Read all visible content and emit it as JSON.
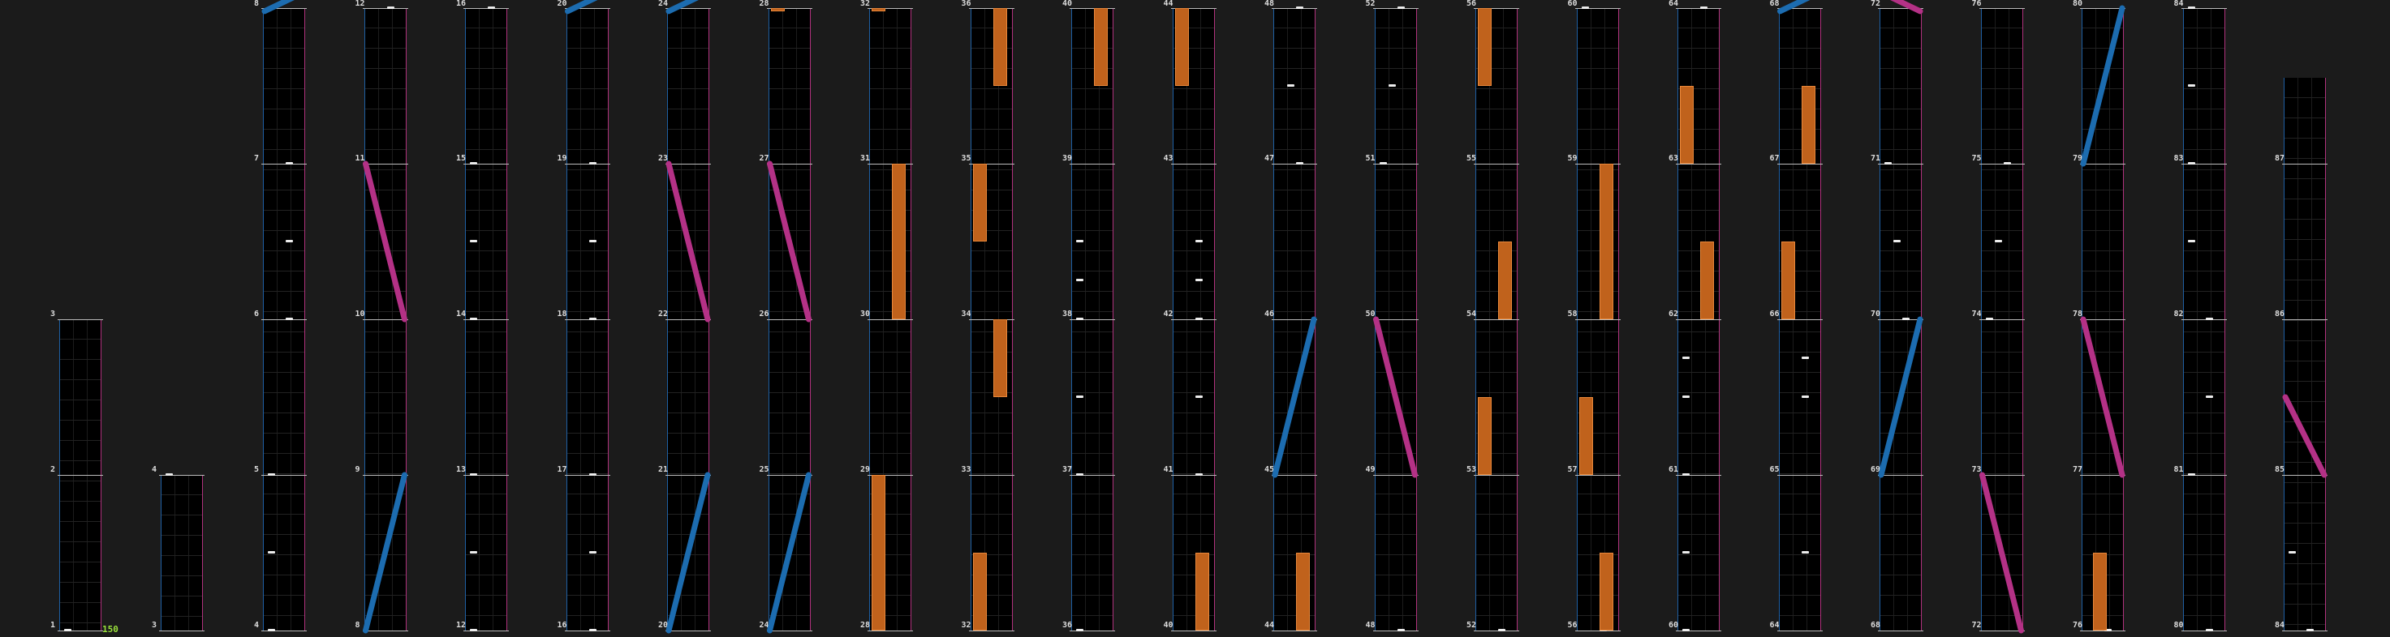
{
  "hud": {
    "combo": "150"
  },
  "colors": {
    "background": "#1b1b1b",
    "lane": "#000000",
    "left_border": "#1e5fa3",
    "right_border": "#b0327d",
    "hold": "#c0621c",
    "tap": "#ececec",
    "slide_blue": "#1c6cb0",
    "slide_pink": "#b43186"
  },
  "columns": [
    {
      "measures": [
        "1",
        "2",
        "3"
      ],
      "top_level": 2.0
    },
    {
      "measures": [
        "3",
        "4"
      ],
      "top_level": 1.0
    },
    {
      "measures": [
        "4",
        "5",
        "6",
        "7",
        "8"
      ],
      "top_level": 4.0
    },
    {
      "measures": [
        "8",
        "9",
        "10",
        "11",
        "12"
      ],
      "top_level": 4.0
    },
    {
      "measures": [
        "12",
        "13",
        "14",
        "15",
        "16"
      ],
      "top_level": 4.0
    },
    {
      "measures": [
        "16",
        "17",
        "18",
        "19",
        "20"
      ],
      "top_level": 4.0
    },
    {
      "measures": [
        "20",
        "21",
        "22",
        "23",
        "24"
      ],
      "top_level": 4.0
    },
    {
      "measures": [
        "24",
        "25",
        "26",
        "27",
        "28"
      ],
      "top_level": 4.0
    },
    {
      "measures": [
        "28",
        "29",
        "30",
        "31",
        "32"
      ],
      "top_level": 4.0
    },
    {
      "measures": [
        "32",
        "33",
        "34",
        "35",
        "36"
      ],
      "top_level": 4.0
    },
    {
      "measures": [
        "36",
        "37",
        "38",
        "39",
        "40"
      ],
      "top_level": 4.0
    },
    {
      "measures": [
        "40",
        "41",
        "42",
        "43",
        "44"
      ],
      "top_level": 4.0
    },
    {
      "measures": [
        "44",
        "45",
        "46",
        "47",
        "48"
      ],
      "top_level": 4.0
    },
    {
      "measures": [
        "48",
        "49",
        "50",
        "51",
        "52"
      ],
      "top_level": 4.0
    },
    {
      "measures": [
        "52",
        "53",
        "54",
        "55",
        "56"
      ],
      "top_level": 4.0
    },
    {
      "measures": [
        "56",
        "57",
        "58",
        "59",
        "60"
      ],
      "top_level": 4.0
    },
    {
      "measures": [
        "60",
        "61",
        "62",
        "63",
        "64"
      ],
      "top_level": 4.0
    },
    {
      "measures": [
        "64",
        "65",
        "66",
        "67",
        "68"
      ],
      "top_level": 4.0
    },
    {
      "measures": [
        "68",
        "69",
        "70",
        "71",
        "72"
      ],
      "top_level": 4.0
    },
    {
      "measures": [
        "72",
        "73",
        "74",
        "75",
        "76"
      ],
      "top_level": 4.0
    },
    {
      "measures": [
        "76",
        "77",
        "78",
        "79",
        "80"
      ],
      "top_level": 4.0
    },
    {
      "measures": [
        "80",
        "81",
        "82",
        "83",
        "84"
      ],
      "top_level": 4.0
    },
    {
      "measures": [
        "84",
        "85",
        "86",
        "87"
      ],
      "top_level": 3.55
    }
  ],
  "notes": {
    "taps": [
      {
        "col": 0,
        "beat": 0.0,
        "lane": "L"
      },
      {
        "col": 1,
        "beat": 1.0,
        "lane": "L"
      },
      {
        "col": 2,
        "beat": 0.0,
        "lane": "L"
      },
      {
        "col": 2,
        "beat": 1.0,
        "lane": "L"
      },
      {
        "col": 2,
        "beat": 0.5,
        "lane": "L"
      },
      {
        "col": 2,
        "beat": 2.0,
        "lane": "R"
      },
      {
        "col": 2,
        "beat": 2.5,
        "lane": "R"
      },
      {
        "col": 2,
        "beat": 3.0,
        "lane": "R"
      },
      {
        "col": 3,
        "beat": 4.0,
        "lane": "R"
      },
      {
        "col": 4,
        "beat": 0.0,
        "lane": "L"
      },
      {
        "col": 4,
        "beat": 1.0,
        "lane": "L"
      },
      {
        "col": 4,
        "beat": 0.5,
        "lane": "L"
      },
      {
        "col": 4,
        "beat": 2.0,
        "lane": "L"
      },
      {
        "col": 4,
        "beat": 2.5,
        "lane": "L"
      },
      {
        "col": 4,
        "beat": 3.0,
        "lane": "L"
      },
      {
        "col": 4,
        "beat": 4.0,
        "lane": "R"
      },
      {
        "col": 5,
        "beat": 0.0,
        "lane": "R"
      },
      {
        "col": 5,
        "beat": 1.0,
        "lane": "R"
      },
      {
        "col": 5,
        "beat": 0.5,
        "lane": "R"
      },
      {
        "col": 5,
        "beat": 2.0,
        "lane": "R"
      },
      {
        "col": 5,
        "beat": 2.5,
        "lane": "R"
      },
      {
        "col": 5,
        "beat": 3.0,
        "lane": "R"
      },
      {
        "col": 10,
        "beat": 0.0,
        "lane": "L"
      },
      {
        "col": 10,
        "beat": 1.0,
        "lane": "L"
      },
      {
        "col": 10,
        "beat": 1.5,
        "lane": "L"
      },
      {
        "col": 10,
        "beat": 2.0,
        "lane": "L"
      },
      {
        "col": 10,
        "beat": 2.25,
        "lane": "L"
      },
      {
        "col": 10,
        "beat": 2.5,
        "lane": "L"
      },
      {
        "col": 11,
        "beat": 1.0,
        "lane": "R"
      },
      {
        "col": 11,
        "beat": 1.5,
        "lane": "R"
      },
      {
        "col": 11,
        "beat": 2.0,
        "lane": "R"
      },
      {
        "col": 11,
        "beat": 2.25,
        "lane": "R"
      },
      {
        "col": 11,
        "beat": 2.5,
        "lane": "R"
      },
      {
        "col": 12,
        "beat": 3.0,
        "lane": "R"
      },
      {
        "col": 12,
        "beat": 3.5,
        "lane": "M"
      },
      {
        "col": 12,
        "beat": 4.0,
        "lane": "R"
      },
      {
        "col": 13,
        "beat": 0.0,
        "lane": "R"
      },
      {
        "col": 13,
        "beat": 3.0,
        "lane": "L"
      },
      {
        "col": 13,
        "beat": 3.5,
        "lane": "M"
      },
      {
        "col": 13,
        "beat": 4.0,
        "lane": "R"
      },
      {
        "col": 14,
        "beat": 0.0,
        "lane": "R"
      },
      {
        "col": 15,
        "beat": 0.0,
        "lane": "R"
      },
      {
        "col": 15,
        "beat": 4.0,
        "lane": "L"
      },
      {
        "col": 16,
        "beat": 0.0,
        "lane": "L"
      },
      {
        "col": 16,
        "beat": 0.5,
        "lane": "L"
      },
      {
        "col": 16,
        "beat": 1.0,
        "lane": "L"
      },
      {
        "col": 16,
        "beat": 1.5,
        "lane": "L"
      },
      {
        "col": 16,
        "beat": 1.75,
        "lane": "L"
      },
      {
        "col": 16,
        "beat": 4.0,
        "lane": "R"
      },
      {
        "col": 17,
        "beat": 0.5,
        "lane": "R"
      },
      {
        "col": 17,
        "beat": 1.5,
        "lane": "R"
      },
      {
        "col": 17,
        "beat": 1.75,
        "lane": "R"
      },
      {
        "col": 18,
        "beat": 2.0,
        "lane": "R"
      },
      {
        "col": 18,
        "beat": 2.5,
        "lane": "M"
      },
      {
        "col": 18,
        "beat": 3.0,
        "lane": "L"
      },
      {
        "col": 19,
        "beat": 2.0,
        "lane": "L"
      },
      {
        "col": 19,
        "beat": 2.5,
        "lane": "M"
      },
      {
        "col": 19,
        "beat": 3.0,
        "lane": "R"
      },
      {
        "col": 20,
        "beat": 0.0,
        "lane": "R"
      },
      {
        "col": 21,
        "beat": 0.0,
        "lane": "R"
      },
      {
        "col": 21,
        "beat": 1.5,
        "lane": "R"
      },
      {
        "col": 21,
        "beat": 1.0,
        "lane": "L"
      },
      {
        "col": 21,
        "beat": 2.0,
        "lane": "R"
      },
      {
        "col": 21,
        "beat": 2.5,
        "lane": "L"
      },
      {
        "col": 21,
        "beat": 3.0,
        "lane": "L"
      },
      {
        "col": 21,
        "beat": 3.5,
        "lane": "L"
      },
      {
        "col": 21,
        "beat": 4.0,
        "lane": "L"
      },
      {
        "col": 22,
        "beat": 0.0,
        "lane": "R"
      },
      {
        "col": 22,
        "beat": 0.5,
        "lane": "L"
      }
    ],
    "holds": [
      {
        "col": 7,
        "from": 3.98,
        "to": 4.0,
        "lane": "L"
      },
      {
        "col": 8,
        "from": 0.0,
        "to": 1.0,
        "lane": "L"
      },
      {
        "col": 8,
        "from": 2.0,
        "to": 3.0,
        "lane": "R"
      },
      {
        "col": 8,
        "from": 3.98,
        "to": 4.0,
        "lane": "L"
      },
      {
        "col": 9,
        "from": 0.0,
        "to": 0.5,
        "lane": "L"
      },
      {
        "col": 9,
        "from": 1.5,
        "to": 2.0,
        "lane": "R"
      },
      {
        "col": 9,
        "from": 2.5,
        "to": 3.0,
        "lane": "L"
      },
      {
        "col": 9,
        "from": 3.5,
        "to": 4.0,
        "lane": "R"
      },
      {
        "col": 10,
        "from": 3.5,
        "to": 4.0,
        "lane": "R"
      },
      {
        "col": 11,
        "from": 0.0,
        "to": 0.5,
        "lane": "R"
      },
      {
        "col": 11,
        "from": 3.5,
        "to": 4.0,
        "lane": "L"
      },
      {
        "col": 12,
        "from": 0.0,
        "to": 0.5,
        "lane": "R"
      },
      {
        "col": 14,
        "from": 1.0,
        "to": 1.5,
        "lane": "L"
      },
      {
        "col": 14,
        "from": 2.0,
        "to": 2.5,
        "lane": "R"
      },
      {
        "col": 14,
        "from": 3.5,
        "to": 4.0,
        "lane": "L"
      },
      {
        "col": 15,
        "from": 0.0,
        "to": 0.5,
        "lane": "R"
      },
      {
        "col": 15,
        "from": 1.0,
        "to": 1.5,
        "lane": "L"
      },
      {
        "col": 15,
        "from": 2.0,
        "to": 3.0,
        "lane": "R"
      },
      {
        "col": 16,
        "from": 2.0,
        "to": 2.5,
        "lane": "R"
      },
      {
        "col": 16,
        "from": 3.0,
        "to": 3.5,
        "lane": "L"
      },
      {
        "col": 17,
        "from": 2.0,
        "to": 2.5,
        "lane": "L"
      },
      {
        "col": 17,
        "from": 3.0,
        "to": 3.5,
        "lane": "R"
      },
      {
        "col": 20,
        "from": 0.0,
        "to": 0.5,
        "lane": "M"
      }
    ],
    "slides": [
      {
        "col": 2,
        "from": 3.98,
        "to": 4.1,
        "dir": "up",
        "color": "blue"
      },
      {
        "col": 3,
        "from": 0.0,
        "to": 1.0,
        "dir": "up",
        "color": "blue"
      },
      {
        "col": 3,
        "from": 2.0,
        "to": 3.0,
        "dir": "down",
        "color": "pink"
      },
      {
        "col": 5,
        "from": 3.98,
        "to": 4.1,
        "dir": "up",
        "color": "blue"
      },
      {
        "col": 6,
        "from": 0.0,
        "to": 1.0,
        "dir": "up",
        "color": "blue"
      },
      {
        "col": 6,
        "from": 2.0,
        "to": 3.0,
        "dir": "down",
        "color": "pink"
      },
      {
        "col": 6,
        "from": 3.98,
        "to": 4.1,
        "dir": "up",
        "color": "blue"
      },
      {
        "col": 7,
        "from": 0.0,
        "to": 1.0,
        "dir": "up",
        "color": "blue"
      },
      {
        "col": 7,
        "from": 2.0,
        "to": 3.0,
        "dir": "down",
        "color": "pink"
      },
      {
        "col": 12,
        "from": 1.0,
        "to": 2.0,
        "dir": "up",
        "color": "blue"
      },
      {
        "col": 13,
        "from": 1.0,
        "to": 2.0,
        "dir": "down",
        "color": "pink"
      },
      {
        "col": 17,
        "from": 3.98,
        "to": 4.1,
        "dir": "up",
        "color": "blue"
      },
      {
        "col": 18,
        "from": 1.0,
        "to": 2.0,
        "dir": "up",
        "color": "blue"
      },
      {
        "col": 18,
        "from": 3.98,
        "to": 4.1,
        "dir": "down",
        "color": "pink"
      },
      {
        "col": 19,
        "from": 0.0,
        "to": 1.0,
        "dir": "down",
        "color": "pink"
      },
      {
        "col": 20,
        "from": 1.0,
        "to": 2.0,
        "dir": "down",
        "color": "pink"
      },
      {
        "col": 20,
        "from": 3.0,
        "to": 4.0,
        "dir": "up",
        "color": "blue"
      },
      {
        "col": 22,
        "from": 1.0,
        "to": 1.5,
        "dir": "down",
        "color": "pink"
      }
    ]
  }
}
